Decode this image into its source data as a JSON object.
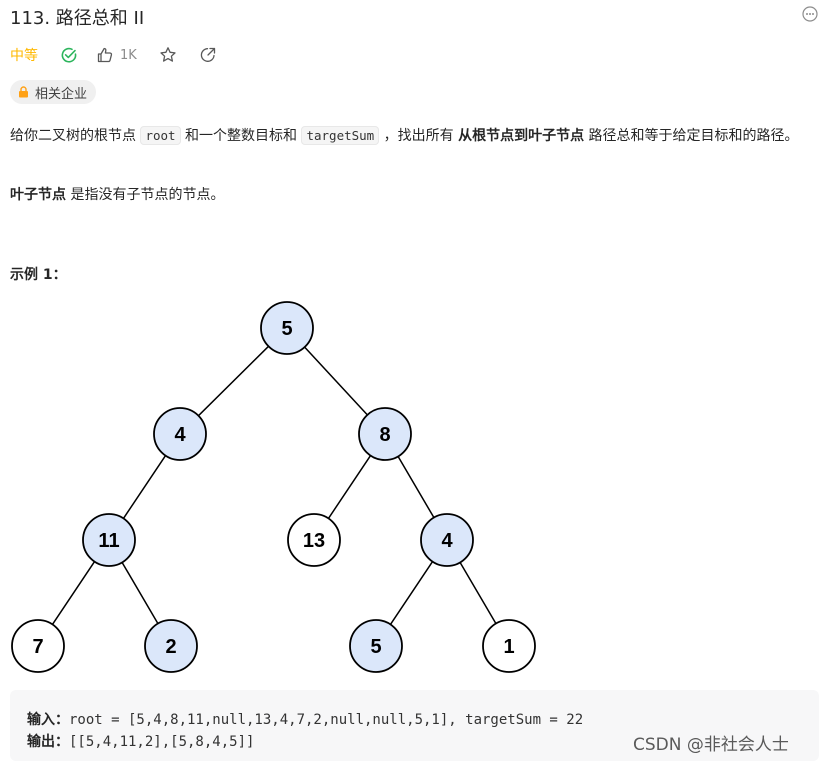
{
  "problem": {
    "title": "113. 路径总和 II",
    "difficulty": "中等",
    "like_count": "1K",
    "tag": "相关企业"
  },
  "description": {
    "p1_a": "给你二叉树的根节点 ",
    "code_root": "root",
    "p1_b": " 和一个整数目标和 ",
    "code_target": "targetSum",
    "p1_c": " ，找出所有 ",
    "p1_bold": "从根节点到叶子节点",
    "p1_d": " 路径总和等于给定目标和的路径。",
    "p2_bold": "叶子节点",
    "p2_rest": " 是指没有子节点的节点。"
  },
  "example": {
    "title": "示例 1：",
    "input_label": "输入：",
    "input_value": "root = [5,4,8,11,null,13,4,7,2,null,null,5,1], targetSum = 22",
    "output_label": "输出：",
    "output_value": "[[5,4,11,2],[5,8,4,5]]"
  },
  "tree": {
    "nodes": [
      {
        "label": "5",
        "highlighted": true
      },
      {
        "label": "4",
        "highlighted": true
      },
      {
        "label": "8",
        "highlighted": true
      },
      {
        "label": "11",
        "highlighted": true
      },
      {
        "label": "13",
        "highlighted": false
      },
      {
        "label": "4",
        "highlighted": true
      },
      {
        "label": "7",
        "highlighted": false
      },
      {
        "label": "2",
        "highlighted": true
      },
      {
        "label": "5",
        "highlighted": true
      },
      {
        "label": "1",
        "highlighted": false
      }
    ],
    "highlight_color": "#dbe7fa",
    "normal_color": "#ffffff"
  },
  "watermark": "CSDN @非社会人士",
  "colors": {
    "difficulty": "#ffb800",
    "solved": "#2db55d"
  },
  "icons": {
    "solved": "check-circle-icon",
    "like": "thumbs-up-icon",
    "favorite": "star-icon",
    "share": "share-icon",
    "lock": "lock-icon",
    "more": "more-icon"
  }
}
